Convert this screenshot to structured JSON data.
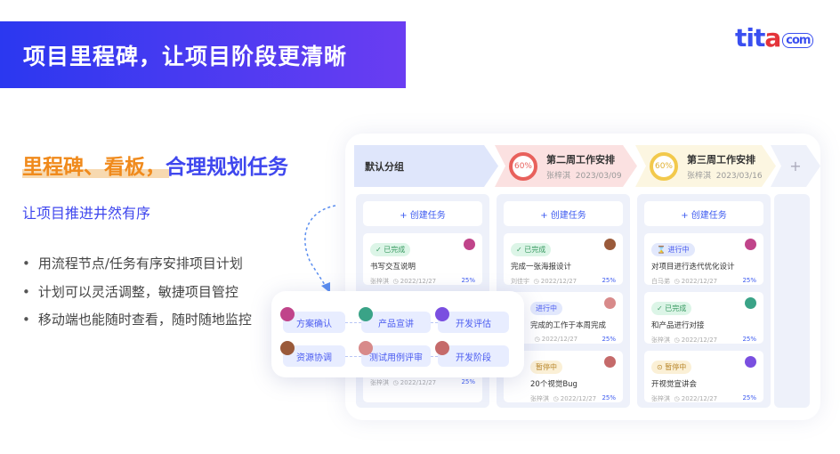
{
  "banner": {
    "title": "项目里程碑，让项目阶段更清晰"
  },
  "logo": {
    "text": "tita",
    "suffix": "com"
  },
  "headline": {
    "orange": "里程碑、看板，",
    "blue": "合理规划任务"
  },
  "subtitle": "让项目推进井然有序",
  "bullets": [
    "用流程节点/任务有序安排项目计划",
    "计划可以灵活调整，敏捷项目管控",
    "移动端也能随时查看，随时随地监控"
  ],
  "board": {
    "groups": [
      {
        "title": "默认分组",
        "color": "#dfe6fb"
      },
      {
        "title": "第二周工作安排",
        "owner": "张梓淇",
        "date": "2023/03/09",
        "progress": "60%",
        "color": "#fbe1e1",
        "ring": "#e8615c"
      },
      {
        "title": "第三周工作安排",
        "owner": "张梓淇",
        "date": "2023/03/16",
        "progress": "60%",
        "color": "#fcf6e1",
        "ring": "#f2c94c"
      }
    ],
    "add_group": "+",
    "create_label": "+ 创建任务",
    "columns": [
      {
        "cards": [
          {
            "status": "✓ 已完成",
            "title": "书写交互说明",
            "owner": "张梓淇",
            "date": "◷ 2022/12/27",
            "progress": "25%"
          },
          {
            "status": "",
            "title": "",
            "owner": "",
            "date": "",
            "progress": ""
          },
          {
            "status": "",
            "title": "",
            "owner": "张梓淇",
            "date": "◷ 2022/12/27",
            "progress": "25%"
          }
        ]
      },
      {
        "cards": [
          {
            "status": "✓ 已完成",
            "title": "完成一张海报设计",
            "owner": "刘佳宇",
            "date": "◷ 2022/12/27",
            "progress": "25%"
          },
          {
            "status": "进行中",
            "title": "完成的工作于本周完成",
            "owner": "",
            "date": "◷ 2022/12/27",
            "progress": "25%"
          },
          {
            "status": "暂停中",
            "title": "20个视觉Bug",
            "owner": "张梓淇",
            "date": "◷ 2022/12/27",
            "progress": "25%"
          }
        ]
      },
      {
        "cards": [
          {
            "status": "⌛ 进行中",
            "title": "对项目进行迭代优化设计",
            "owner": "白马弟",
            "date": "◷ 2022/12/27",
            "progress": "25%"
          },
          {
            "status": "✓ 已完成",
            "title": "和产品进行对接",
            "owner": "张梓淇",
            "date": "◷ 2022/12/27",
            "progress": "25%"
          },
          {
            "status": "⊙ 暂停中",
            "title": "开视觉宣讲会",
            "owner": "张梓淇",
            "date": "◷ 2022/12/27",
            "progress": "25%"
          }
        ]
      }
    ]
  },
  "status_colors": {
    "已完成": [
      "#dcf5e7",
      "#3a9a62"
    ],
    "进行中": [
      "#e2e8fc",
      "#4b5cf0"
    ],
    "暂停中": [
      "#fbf0d6",
      "#b8862a"
    ]
  },
  "flow": {
    "nodes": [
      "方案确认",
      "产品宣讲",
      "开发评估",
      "资源协调",
      "测试用例评审",
      "开发阶段"
    ]
  }
}
